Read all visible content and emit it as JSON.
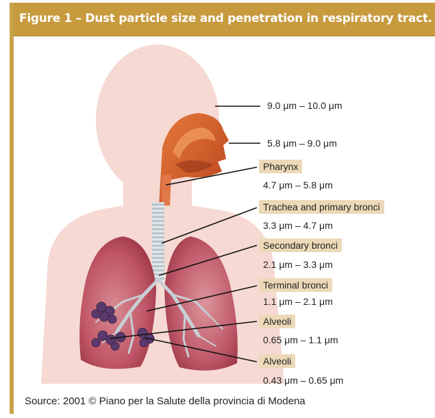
{
  "title": "Figure 1 – Dust particle size and penetration in respiratory tract.",
  "source": "Source: 2001 © Piano per la Salute della provincia di Modena",
  "levels": [
    {
      "name": "",
      "range": "9.0 μm – 10.0 μm"
    },
    {
      "name": "",
      "range": "5.8 μm – 9.0 μm"
    },
    {
      "name": "Pharynx",
      "range": "4.7 μm – 5.8 μm"
    },
    {
      "name": "Trachea and primary bronci",
      "range": "3.3 μm – 4.7 μm"
    },
    {
      "name": "Secondary bronci",
      "range": "2.1 μm – 3.3 μm"
    },
    {
      "name": "Terminal bronci",
      "range": "1.1 μm – 2.1 μm"
    },
    {
      "name": "Alveoli",
      "range": "0.65 μm – 1.1 μm"
    },
    {
      "name": "Alveoli",
      "range": "0.43 μm – 0.65 μm"
    }
  ],
  "colors": {
    "header": "#c79a3e",
    "tag": "#ecd9b8",
    "silhouette": "#f6d9d2",
    "lung": "#b8485a",
    "head_interior": "#d9642e"
  }
}
